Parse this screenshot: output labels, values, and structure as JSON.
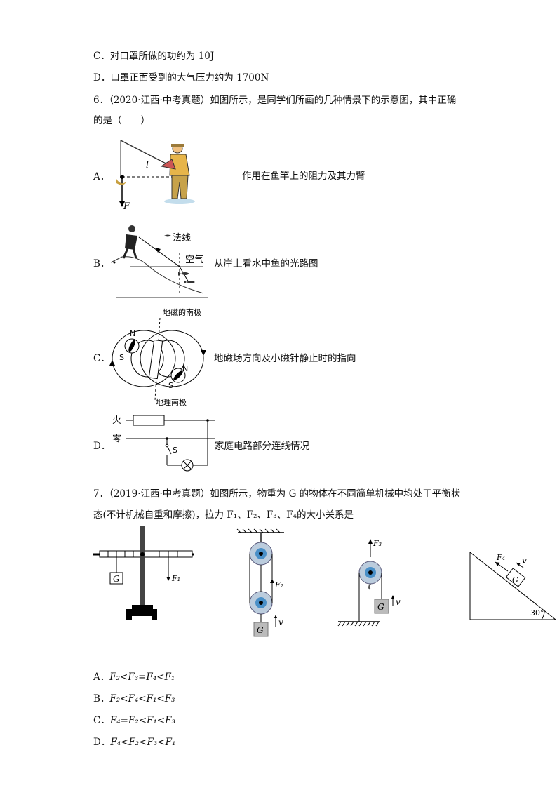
{
  "q5": {
    "option_c": "C．对口罩所做的功约为 10J",
    "option_d": "D．口罩正面受到的大气压力约为 1700N"
  },
  "q6": {
    "stem_line1": "6．（2020·江西·中考真题）如图所示，是同学们所画的几种情景下的示意图，其中正确",
    "stem_line2": "的是（　　）",
    "options": [
      {
        "letter": "A．",
        "caption": "作用在鱼竿上的阻力及其力臂",
        "fig_l": "l",
        "fig_F": "F"
      },
      {
        "letter": "B．",
        "caption": "从岸上看水中鱼的光路图",
        "fig_normal": "法线",
        "fig_air": "空气"
      },
      {
        "letter": "C．",
        "caption": "地磁场方向及小磁针静止时的指向",
        "fig_top": "地磁的南极",
        "fig_bottom": "地理南极",
        "fig_N": "N",
        "fig_S": "S"
      },
      {
        "letter": "D．",
        "caption": "家庭电路部分连线情况",
        "fig_live": "火",
        "fig_neutral": "零",
        "fig_switch": "S"
      }
    ]
  },
  "q7": {
    "stem_line1": "7．（2019·江西·中考真题）如图所示，物重为 G 的物体在不同简单机械中均处于平衡状",
    "stem_line2": "态(不计机械自重和摩擦)，拉力 F₁、F₂、F₃、F₄的大小关系是",
    "fig_G": "G",
    "fig_F1": "F₁",
    "fig_F2": "F₂",
    "fig_F3": "F₃",
    "fig_F4": "F₄",
    "fig_v": "v",
    "fig_angle": "30°",
    "options": [
      {
        "letter": "A．",
        "text": "F₂<F₃=F₄<F₁"
      },
      {
        "letter": "B．",
        "text": "F₂<F₄<F₁<F₃"
      },
      {
        "letter": "C．",
        "text": "F₄=F₂<F₁<F₃"
      },
      {
        "letter": "D．",
        "text": "F₄<F₂<F₃<F₁"
      }
    ]
  }
}
